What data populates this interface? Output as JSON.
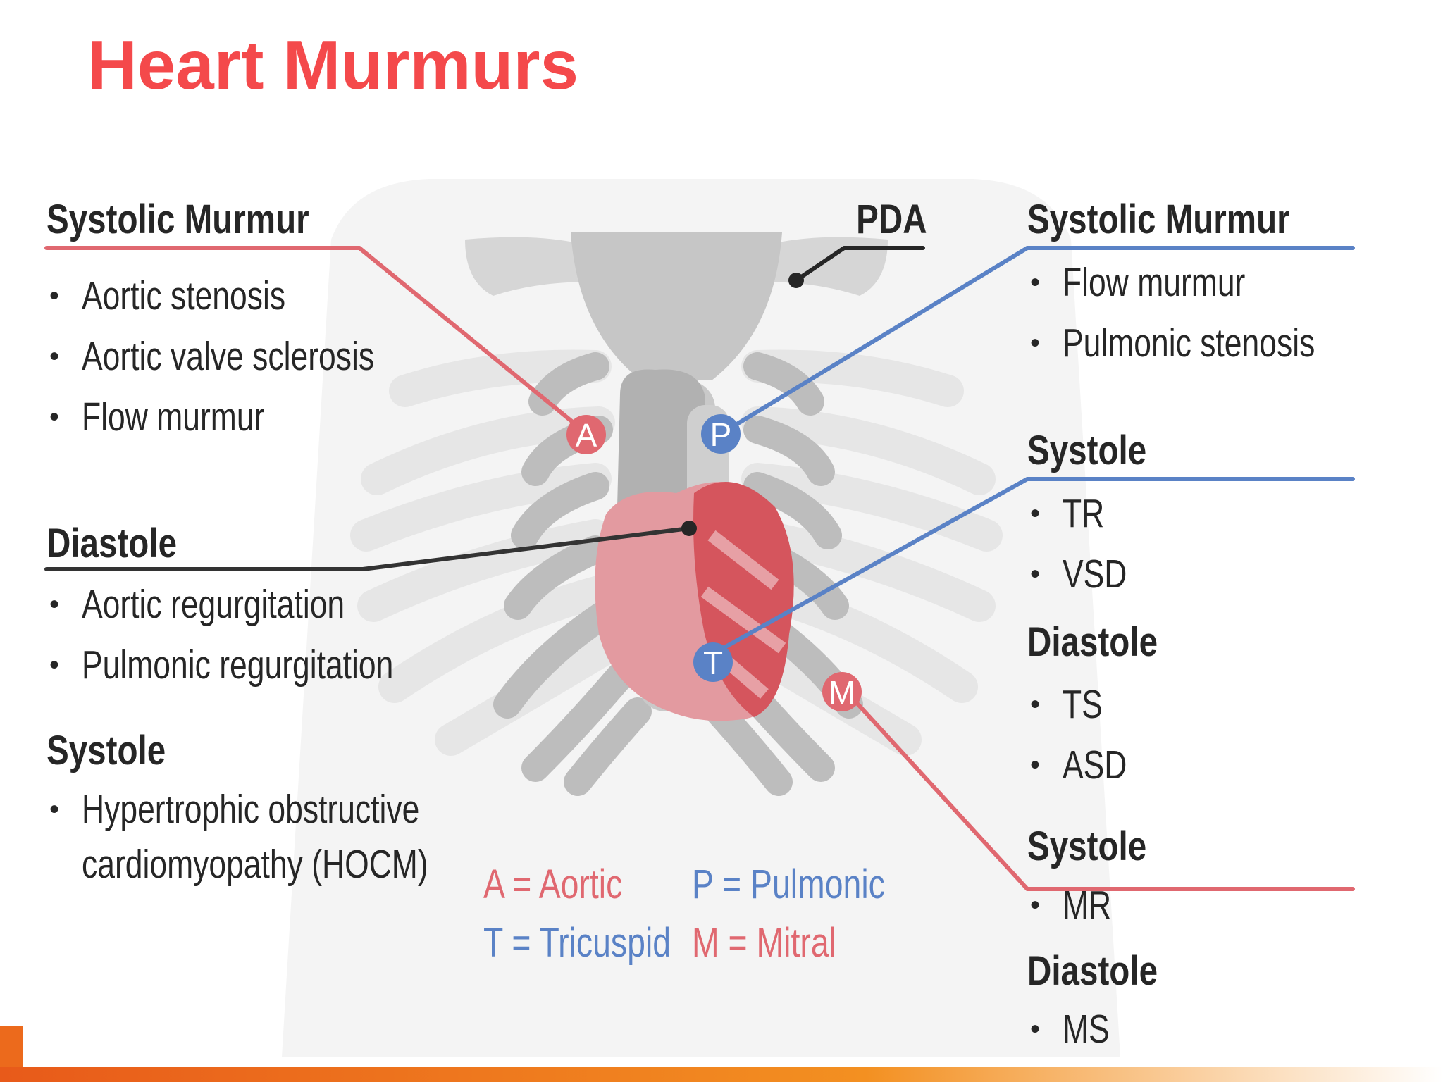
{
  "title": "Heart Murmurs",
  "colors": {
    "title": "#f4494b",
    "red": "#e06870",
    "blue": "#5a82c6",
    "dark": "#262626"
  },
  "left": {
    "systolic_header": "Systolic Murmur",
    "systolic_items": [
      "Aortic stenosis",
      "Aortic valve sclerosis",
      "Flow murmur"
    ],
    "diastole_header": "Diastole",
    "diastole_items": [
      "Aortic regurgitation",
      "Pulmonic regurgitation"
    ],
    "systole_header": "Systole",
    "systole_items": [
      "Hypertrophic obstructive",
      "cardiomyopathy (HOCM)"
    ]
  },
  "pda_label": "PDA",
  "right": {
    "pulmonic": {
      "header": "Systolic Murmur",
      "items": [
        "Flow murmur",
        "Pulmonic stenosis"
      ]
    },
    "tricuspid": {
      "systole_header": "Systole",
      "systole_items": [
        "TR",
        "VSD"
      ],
      "diastole_header": "Diastole",
      "diastole_items": [
        "TS",
        "ASD"
      ]
    },
    "mitral": {
      "systole_header": "Systole",
      "systole_items": [
        "MR"
      ],
      "diastole_header": "Diastole",
      "diastole_items": [
        "MS"
      ]
    }
  },
  "markers": {
    "a": "A",
    "p": "P",
    "t": "T",
    "m": "M"
  },
  "legend": {
    "aortic": "A = Aortic",
    "pulmonic": "P = Pulmonic",
    "tricuspid": "T = Tricuspid",
    "mitral": "M = Mitral"
  }
}
